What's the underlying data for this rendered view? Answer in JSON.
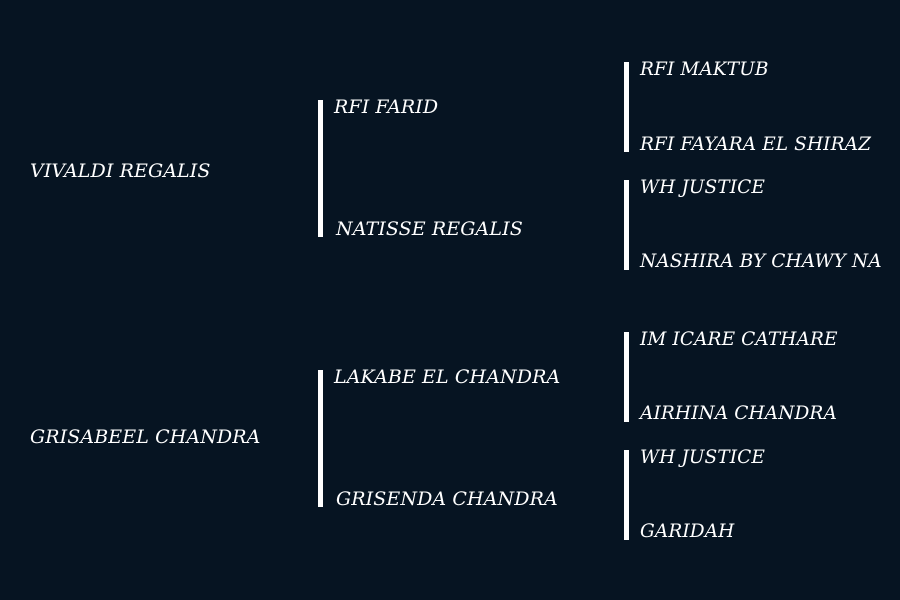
{
  "pedigree": {
    "sire": {
      "name": "VIVALDI REGALIS",
      "sire": {
        "name": "RFI FARID",
        "sire": {
          "name": "RFI MAKTUB"
        },
        "dam": {
          "name": "RFI FAYARA EL SHIRAZ"
        }
      },
      "dam": {
        "name": "NATISSE REGALIS",
        "sire": {
          "name": "WH JUSTICE"
        },
        "dam": {
          "name": "NASHIRA BY CHAWY NA"
        }
      }
    },
    "dam": {
      "name": "GRISABEEL CHANDRA",
      "sire": {
        "name": "LAKABE EL CHANDRA",
        "sire": {
          "name": "IM ICARE CATHARE"
        },
        "dam": {
          "name": "AIRHINA CHANDRA"
        }
      },
      "dam": {
        "name": "GRISENDA CHANDRA",
        "sire": {
          "name": "WH JUSTICE"
        },
        "dam": {
          "name": "GARIDAH"
        }
      }
    }
  }
}
